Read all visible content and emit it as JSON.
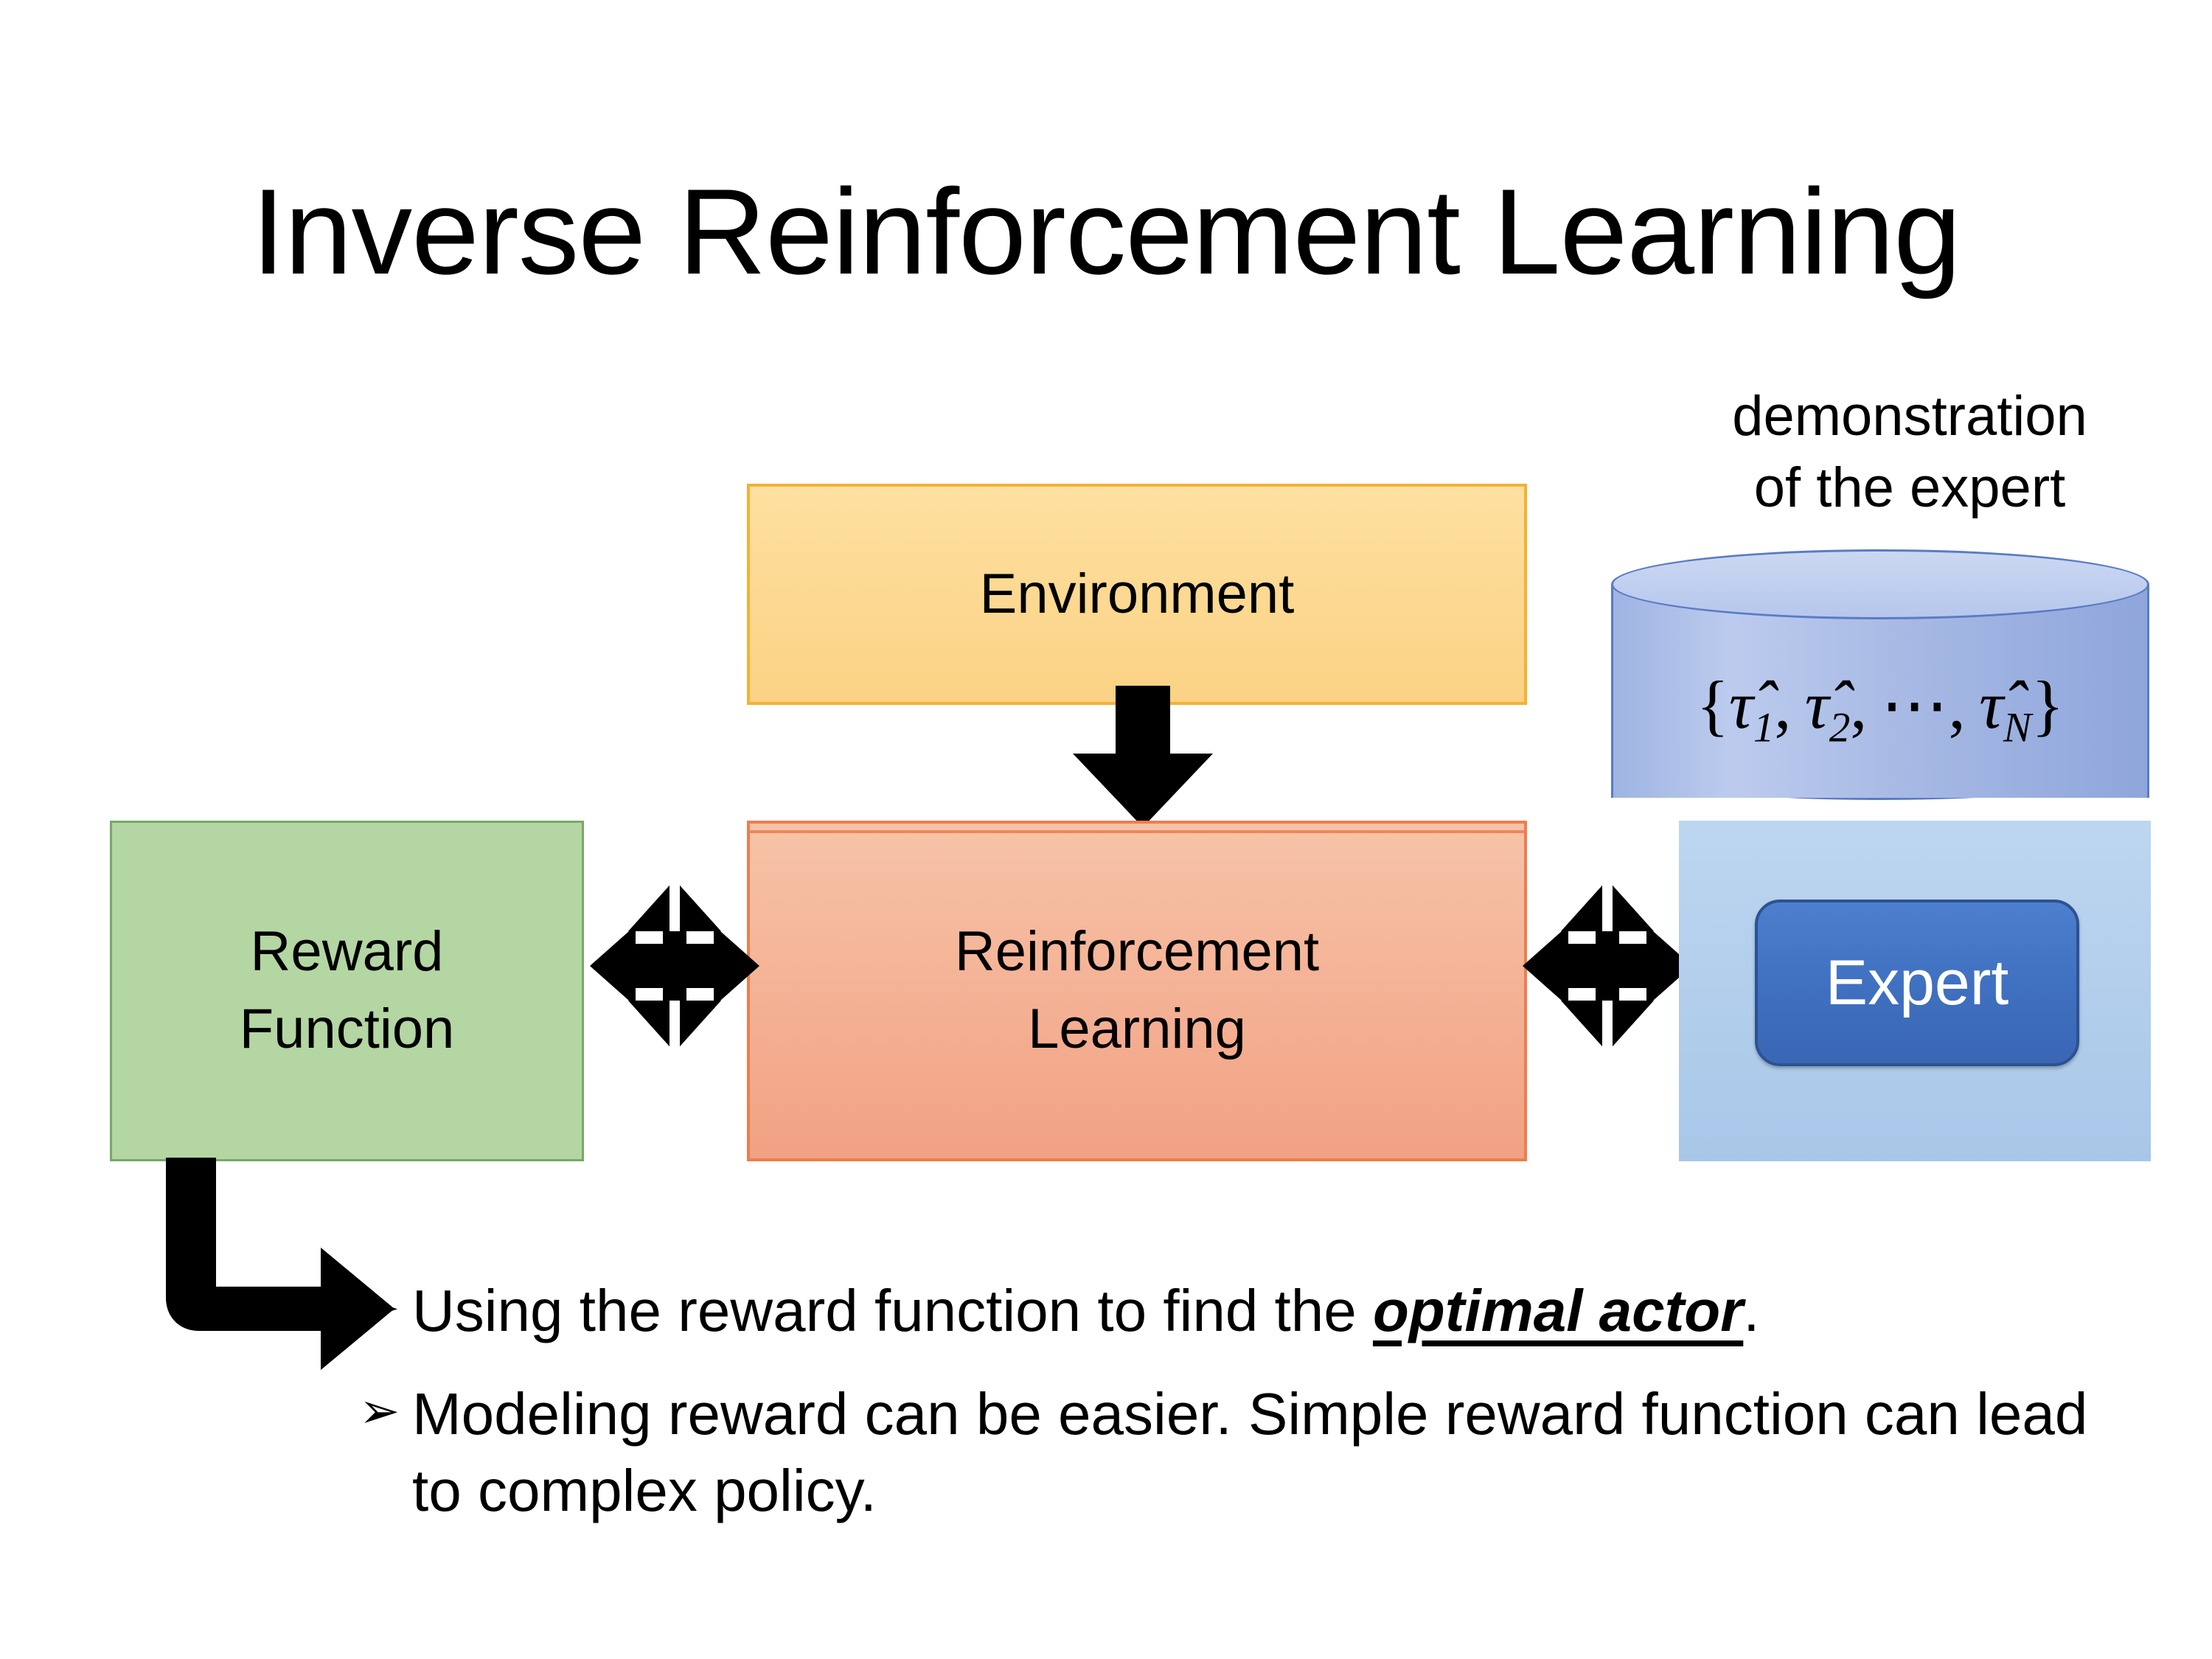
{
  "slide": {
    "title": "Inverse Reinforcement Learning",
    "background_color": "#ffffff"
  },
  "diagram": {
    "nodes": [
      {
        "id": "environment",
        "label": "Environment",
        "fill_color": "#FBD285",
        "border_color": "#F2B233"
      },
      {
        "id": "reinforcement-learning",
        "label_line1": "Reinforcement",
        "label_line2": "Learning",
        "fill_color": "#F2A183",
        "border_color": "#ED7D4E"
      },
      {
        "id": "reward-function",
        "label_line1": "Reward",
        "label_line2": "Function",
        "fill_color": "#B3D6A2",
        "border_color": "#79A866"
      },
      {
        "id": "expert",
        "label": "Expert",
        "fill_color": "#3F6FBF",
        "border_color": "#2C5291",
        "text_color": "#ffffff"
      }
    ],
    "demonstration": {
      "caption_line1": "demonstration",
      "caption_line2": "of the expert",
      "cylinder_fill_color": "#A7B9E4",
      "cylinder_border_color": "#5B7BC4",
      "panel_fill_color": "#A8C7E8",
      "formula": {
        "open_brace": "{",
        "items": [
          "τ̂",
          "τ̂"
        ],
        "sub_1": "1",
        "sub_2": "2",
        "ellipsis": "⋯",
        "sub_n": "N",
        "comma": ",",
        "close_brace": "}",
        "plain_text": "{τ̂1, τ̂2, ⋯, τ̂N}"
      }
    },
    "connectors": [
      {
        "id": "environment-to-rl",
        "type": "down-arrow",
        "color": "#000000"
      },
      {
        "id": "reward-rl-link",
        "type": "four-way-arrow",
        "color": "#000000"
      },
      {
        "id": "rl-expert-link",
        "type": "four-way-arrow",
        "color": "#000000"
      },
      {
        "id": "reward-to-bullets",
        "type": "elbow-arrow",
        "color": "#000000"
      }
    ]
  },
  "bullets": {
    "marker": "➢",
    "items": [
      {
        "prefix": "Using the reward function to find the ",
        "emphasis": "optimal actor",
        "suffix": "."
      },
      {
        "prefix": "Modeling reward can be easier. Simple reward function can lead to complex policy.",
        "emphasis": "",
        "suffix": ""
      }
    ]
  }
}
